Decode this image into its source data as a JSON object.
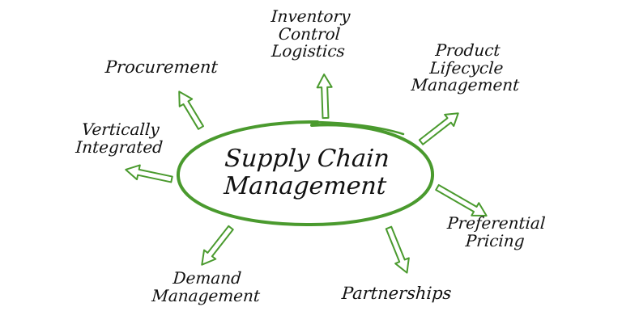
{
  "diagram": {
    "accent_color": "#4a9a2e",
    "text_color": "#111111",
    "center": {
      "lines": [
        "Supply Chain",
        "Management"
      ]
    },
    "nodes": [
      {
        "id": "procurement",
        "lines": [
          "Procurement"
        ]
      },
      {
        "id": "inventory",
        "lines": [
          "Inventory",
          "Control",
          "Logistics"
        ]
      },
      {
        "id": "product",
        "lines": [
          "Product",
          "Lifecycle",
          "Management"
        ]
      },
      {
        "id": "vertical",
        "lines": [
          "Vertically",
          "Integrated"
        ]
      },
      {
        "id": "pricing",
        "lines": [
          "Preferential",
          "Pricing"
        ]
      },
      {
        "id": "demand",
        "lines": [
          "Demand",
          "Management"
        ]
      },
      {
        "id": "partnerships",
        "lines": [
          "Partnerships"
        ]
      }
    ]
  }
}
